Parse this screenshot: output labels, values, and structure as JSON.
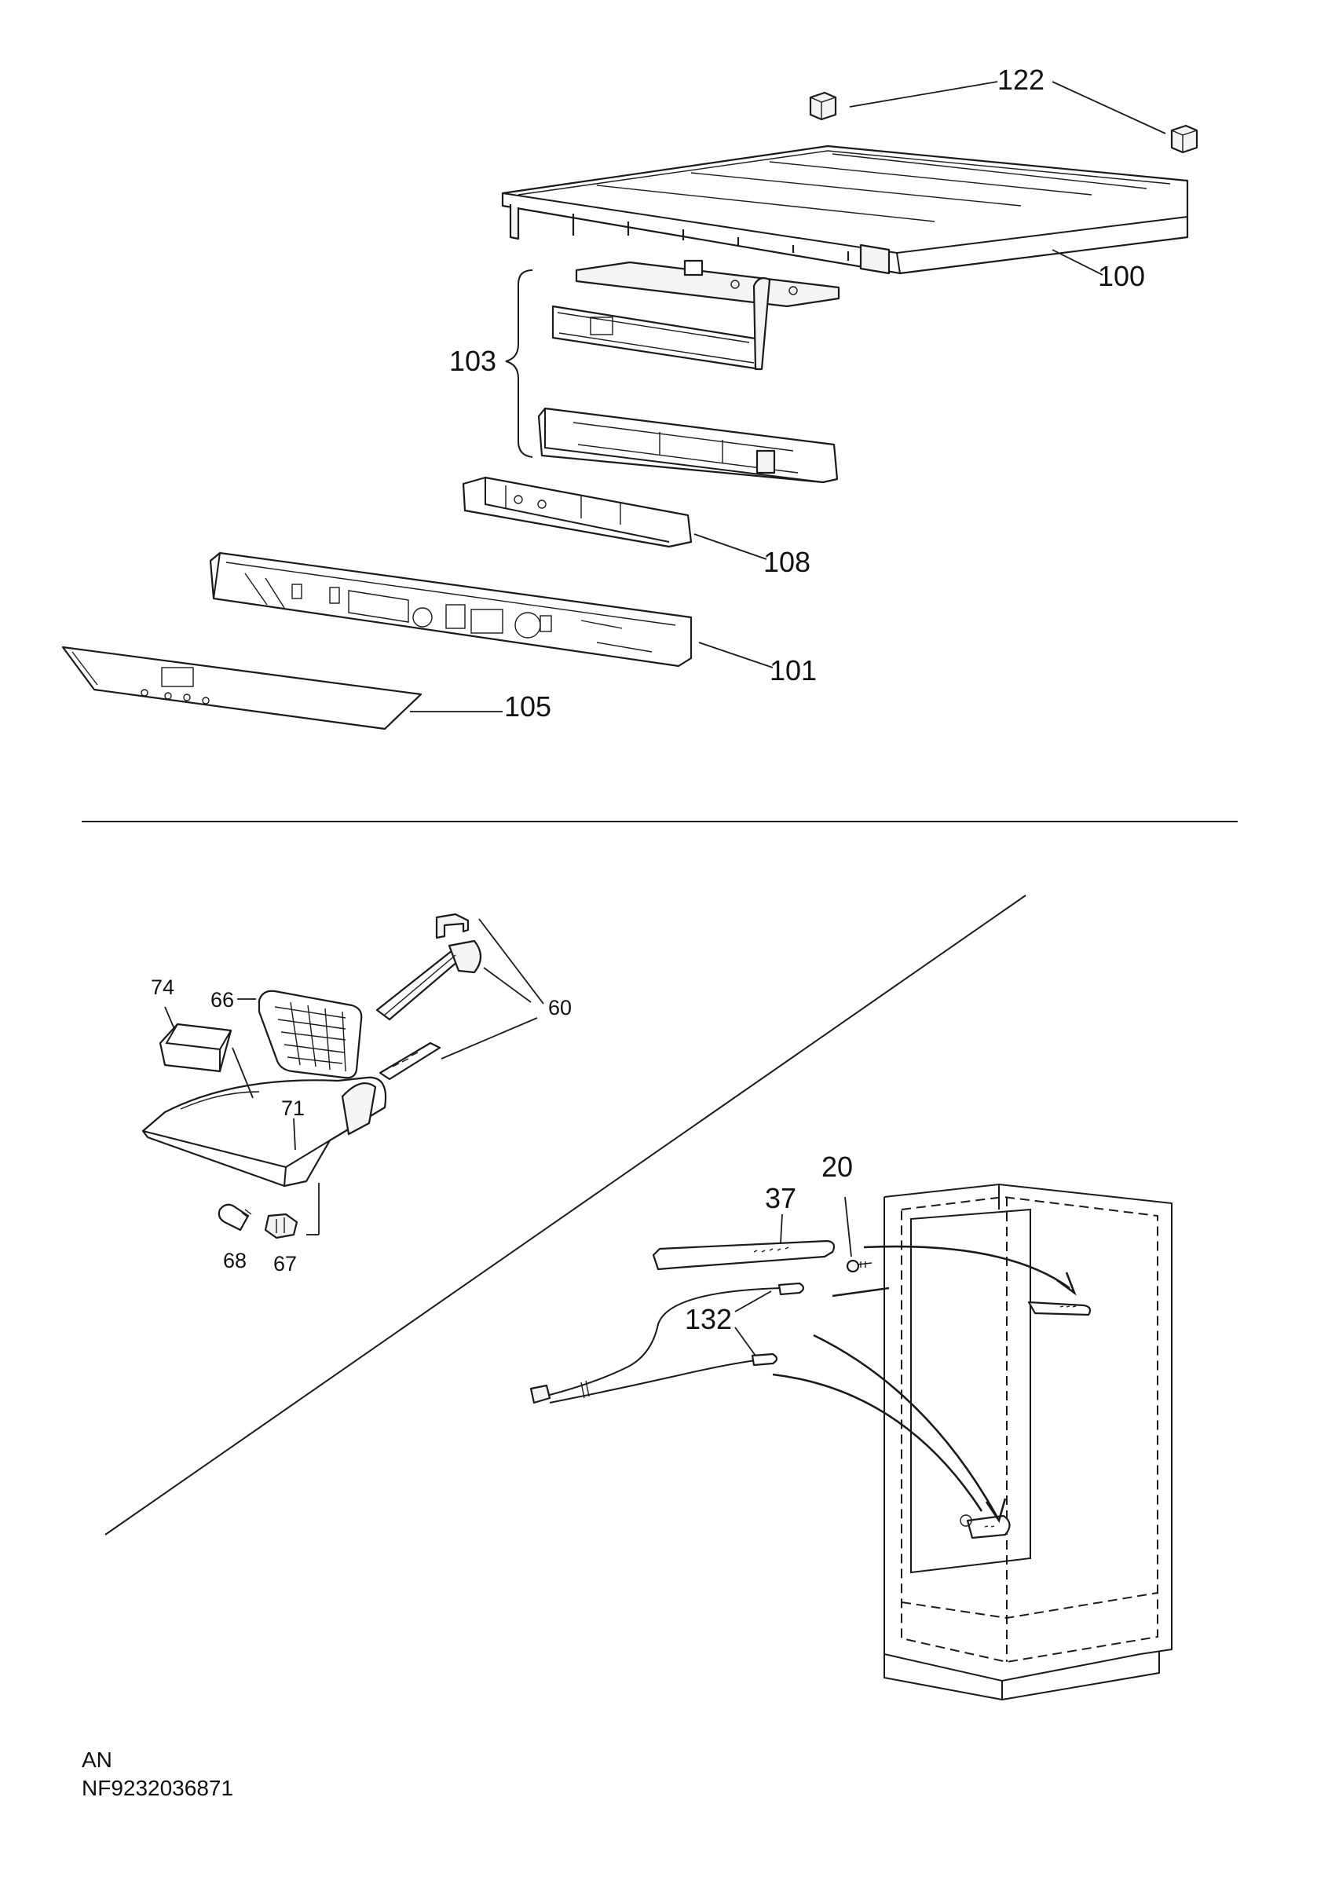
{
  "labels": {
    "p122": "122",
    "p100": "100",
    "p103": "103",
    "p108": "108",
    "p101": "101",
    "p105": "105",
    "p74": "74",
    "p66": "66",
    "p60": "60",
    "p71": "71",
    "p68": "68",
    "p67": "67",
    "p20": "20",
    "p37": "37",
    "p132": "132"
  },
  "footer": {
    "line1": "AN",
    "line2": "NF9232036871"
  }
}
